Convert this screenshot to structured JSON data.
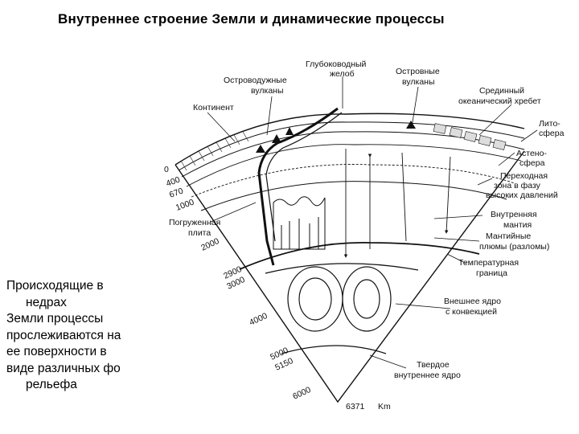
{
  "slide": {
    "title": "Внутреннее строение Земли и динамические процессы",
    "side_text": [
      "Происходящие в",
      "недрах",
      "Земли процессы",
      "прослеживаются на",
      "ее поверхности в",
      "виде различных фо",
      "рельефа"
    ]
  },
  "diagram": {
    "labels": {
      "deep_trench_1": "Глубоководный",
      "deep_trench_2": "желоб",
      "island_arc_1": "Островодужные",
      "island_arc_2": "вулканы",
      "island_volc_1": "Островные",
      "island_volc_2": "вулканы",
      "mid_ridge_1": "Срединный",
      "mid_ridge_2": "океанический хребет",
      "continent": "Континент",
      "litho_1": "Лито-",
      "litho_2": "сфера",
      "astheno_1": "Астено-",
      "astheno_2": "сфера",
      "transition_1": "Переходная",
      "transition_2": "зона в фазу",
      "transition_3": "высоких давлений",
      "inner_mantle_1": "Внутренняя",
      "inner_mantle_2": "мантия",
      "plumes_1": "Мантийные",
      "plumes_2": "плюмы (разломы)",
      "temp_boundary_1": "Температурная",
      "temp_boundary_2": "граница",
      "outer_core_1": "Внешнее ядро",
      "outer_core_2": "с конвекцией",
      "solid_core_1": "Твердое",
      "solid_core_2": "внутреннее ядро",
      "subducted_1": "Погруженная",
      "subducted_2": "плита"
    },
    "depths": {
      "d0": "0",
      "d400": "400",
      "d670": "670",
      "d1000": "1000",
      "d2000": "2000",
      "d2900": "2900",
      "d3000": "3000",
      "d4000": "4000",
      "d5000": "5000",
      "d5150": "5150",
      "d6000": "6000",
      "d6371": "6371",
      "unit": "Km"
    }
  }
}
